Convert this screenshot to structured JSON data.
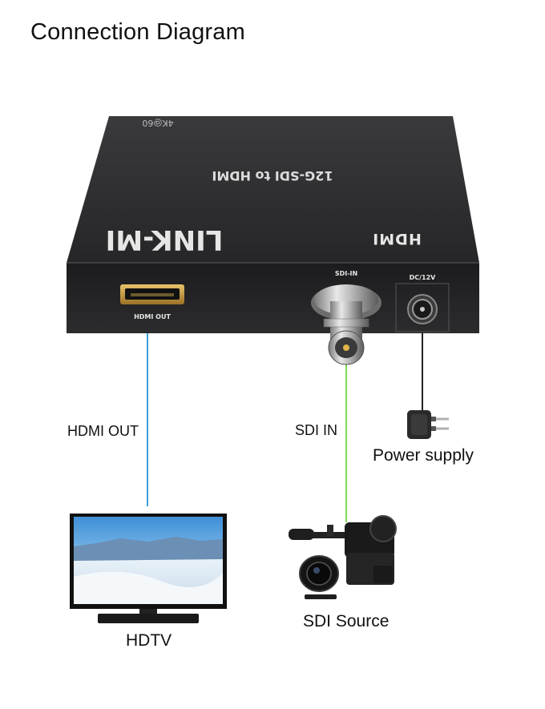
{
  "title": "Connection Diagram",
  "device": {
    "brand": "LINK-MI",
    "model": "12G-SDI to HDMI",
    "badge": "4K@60",
    "hdmi_logo": "HDMI",
    "ports": {
      "hdmi_out": "HDMI OUT",
      "sdi_in": "SDI-IN",
      "dc": "DC/12V"
    }
  },
  "connections": {
    "hdmi_out_label": "HDMI OUT",
    "sdi_in_label": "SDI IN",
    "power_label": "Power supply",
    "hdtv_label": "HDTV",
    "sdi_source_label": "SDI Source"
  },
  "colors": {
    "hdmi_line": "#3a9fd8",
    "sdi_line": "#7ed957",
    "power_line": "#222222",
    "device_body": "#2b2b2d"
  },
  "icons": [
    "converter-box",
    "hdmi-port",
    "bnc-connector",
    "dc-jack",
    "power-adapter-icon",
    "hdtv-icon",
    "camcorder-icon"
  ]
}
